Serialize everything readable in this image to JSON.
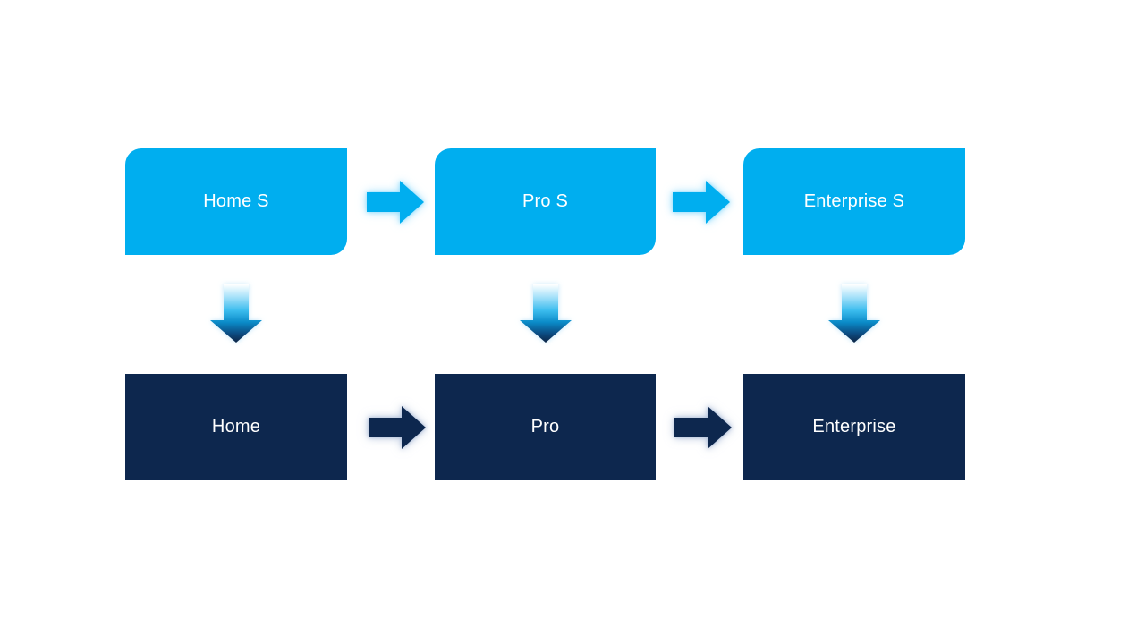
{
  "slide": {
    "background_color": "#FFFFFF"
  },
  "columns": [
    {
      "top_label": "Home S",
      "bottom_label": "Home"
    },
    {
      "top_label": "Pro S",
      "bottom_label": "Pro"
    },
    {
      "top_label": "Enterprise S",
      "bottom_label": "Enterprise"
    }
  ],
  "colors": {
    "top_box_fill": "#00AEEF",
    "bottom_box_fill": "#0D274E",
    "label_text": "#FFFFFF",
    "top_arrow_fill": "#00AEEF",
    "top_arrow_glow": "#8DDBFC",
    "bottom_arrow_fill": "#0D274E",
    "bottom_arrow_glow": "#A3B5D4",
    "down_arrow_gradient": [
      "#FFFFFF",
      "#AEE4FA",
      "#3BBCEE",
      "#0B8BC8",
      "#0C4A80",
      "#0E2545"
    ]
  },
  "icons": {
    "right_arrow": "right-arrow-icon",
    "down_arrow": "down-arrow-icon"
  }
}
